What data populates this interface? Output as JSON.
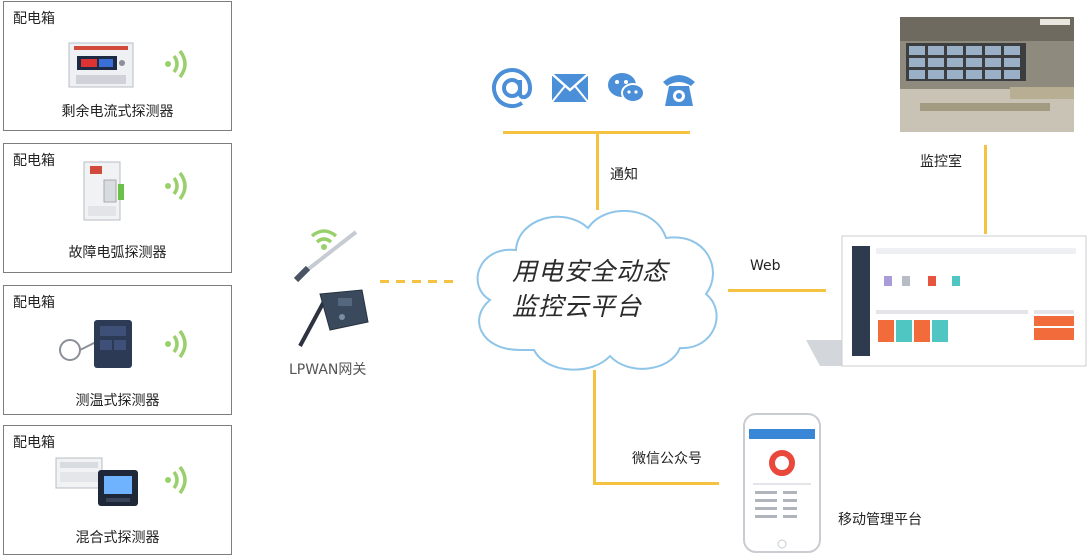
{
  "distribution_boxes": [
    {
      "box_label": "配电箱",
      "device_label": "剩余电流式探测器",
      "device_icon": "residual-current-detector"
    },
    {
      "box_label": "配电箱",
      "device_label": "故障电弧探测器",
      "device_icon": "arc-fault-detector"
    },
    {
      "box_label": "配电箱",
      "device_label": "测温式探测器",
      "device_icon": "temperature-detector"
    },
    {
      "box_label": "配电箱",
      "device_label": "混合式探测器",
      "device_icon": "hybrid-detector"
    }
  ],
  "gateway": {
    "label": "LPWAN网关",
    "icon": "lpwan-gateway-device"
  },
  "cloud": {
    "line1": "用电安全动态",
    "line2": "监控云平台"
  },
  "notification": {
    "label": "通知",
    "icons": [
      "at-sign-icon",
      "email-icon",
      "wechat-icon",
      "telephone-icon"
    ],
    "accent": "#4a8fd8"
  },
  "monitoring_room": {
    "label": "监控室",
    "icon": "monitoring-room-photo"
  },
  "web": {
    "label": "Web",
    "icon": "web-dashboard-screenshot"
  },
  "wechat_account": {
    "label": "微信公众号"
  },
  "mobile": {
    "label": "移动管理平台",
    "icon": "mobile-app-screenshot"
  },
  "colors": {
    "connector": "#f5c242",
    "cloud_outline": "#8ec5e8",
    "wifi_green": "#9ad06b"
  }
}
